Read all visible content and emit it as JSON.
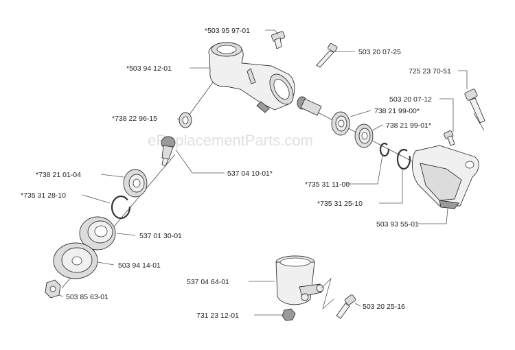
{
  "watermark": "eReplacementParts.com",
  "part_numbers": {
    "p_503_95_97_01": "*503 95 97-01",
    "p_503_20_07_25": "503 20 07-25",
    "p_503_94_12_01": "*503 94 12-01",
    "p_725_23_70_51": "725 23 70-51",
    "p_503_20_07_12": "503 20 07-12",
    "p_738_22_96_15": "*738 22 96-15",
    "p_738_21_99_00": "738 21 99-00*",
    "p_738_21_99_01": "738 21 99-01*",
    "p_738_21_01_04": "*738 21 01-04",
    "p_537_04_10_01": "537 04 10-01*",
    "p_735_31_11_00": "*735 31 11-00",
    "p_735_31_28_10": "*735 31 28-10",
    "p_735_31_25_10": "*735 31 25-10",
    "p_537_01_30_01": "537 01 30-01",
    "p_503_93_55_01": "503 93 55-01",
    "p_503_94_14_01": "503 94 14-01",
    "p_503_85_63_01": "503 85 63-01",
    "p_537_04_64_01": "537 04 64-01",
    "p_503_20_25_16": "503 20 25-16",
    "p_731_23_12_01": "731 23 12-01"
  }
}
